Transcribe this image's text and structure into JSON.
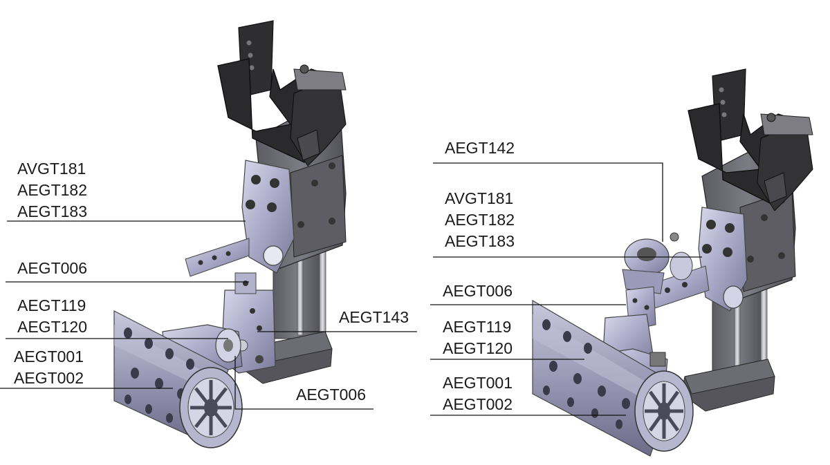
{
  "left_assembly": {
    "callouts": [
      {
        "lines": [
          "AVGT181",
          "AEGT182",
          "AEGT183"
        ]
      },
      {
        "lines": [
          "AEGT006"
        ]
      },
      {
        "lines": [
          "AEGT119",
          "AEGT120"
        ]
      },
      {
        "lines": [
          "AEGT001",
          "AEGT002"
        ]
      },
      {
        "lines": [
          "AEGT143"
        ]
      },
      {
        "lines": [
          "AEGT006"
        ]
      }
    ]
  },
  "right_assembly": {
    "callouts": [
      {
        "lines": [
          "AEGT142"
        ]
      },
      {
        "lines": [
          "AVGT181",
          "AEGT182",
          "AEGT183"
        ]
      },
      {
        "lines": [
          "AEGT006"
        ]
      },
      {
        "lines": [
          "AEGT119",
          "AEGT120"
        ]
      },
      {
        "lines": [
          "AEGT001",
          "AEGT002"
        ]
      }
    ]
  },
  "colors": {
    "clamp_dark": "#2a2a2a",
    "body_grey": "#6e6e74",
    "plate_lavender": "#a9a8c6",
    "tube_grey": "#8f8fa6"
  }
}
